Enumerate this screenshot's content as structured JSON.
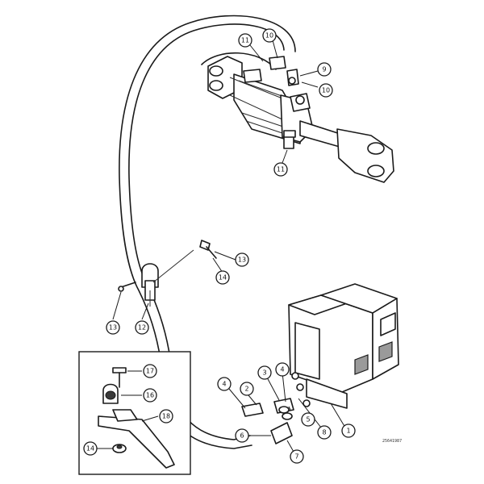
{
  "diagram": {
    "callouts": [
      {
        "id": "c11a",
        "label": "11"
      },
      {
        "id": "c10a",
        "label": "10"
      },
      {
        "id": "c9",
        "label": "9"
      },
      {
        "id": "c10b",
        "label": "10"
      },
      {
        "id": "c11b",
        "label": "11"
      },
      {
        "id": "c13a",
        "label": "13"
      },
      {
        "id": "c14a",
        "label": "14"
      },
      {
        "id": "c13b",
        "label": "13"
      },
      {
        "id": "c12",
        "label": "12"
      },
      {
        "id": "c17",
        "label": "17"
      },
      {
        "id": "c16",
        "label": "16"
      },
      {
        "id": "c18",
        "label": "18"
      },
      {
        "id": "c14b",
        "label": "14"
      },
      {
        "id": "c4a",
        "label": "4"
      },
      {
        "id": "c2",
        "label": "2"
      },
      {
        "id": "c3",
        "label": "3"
      },
      {
        "id": "c4b",
        "label": "4"
      },
      {
        "id": "c5",
        "label": "5"
      },
      {
        "id": "c6",
        "label": "6"
      },
      {
        "id": "c8",
        "label": "8"
      },
      {
        "id": "c1",
        "label": "1"
      },
      {
        "id": "c7",
        "label": "7"
      }
    ],
    "drawing_number": "25641987"
  }
}
